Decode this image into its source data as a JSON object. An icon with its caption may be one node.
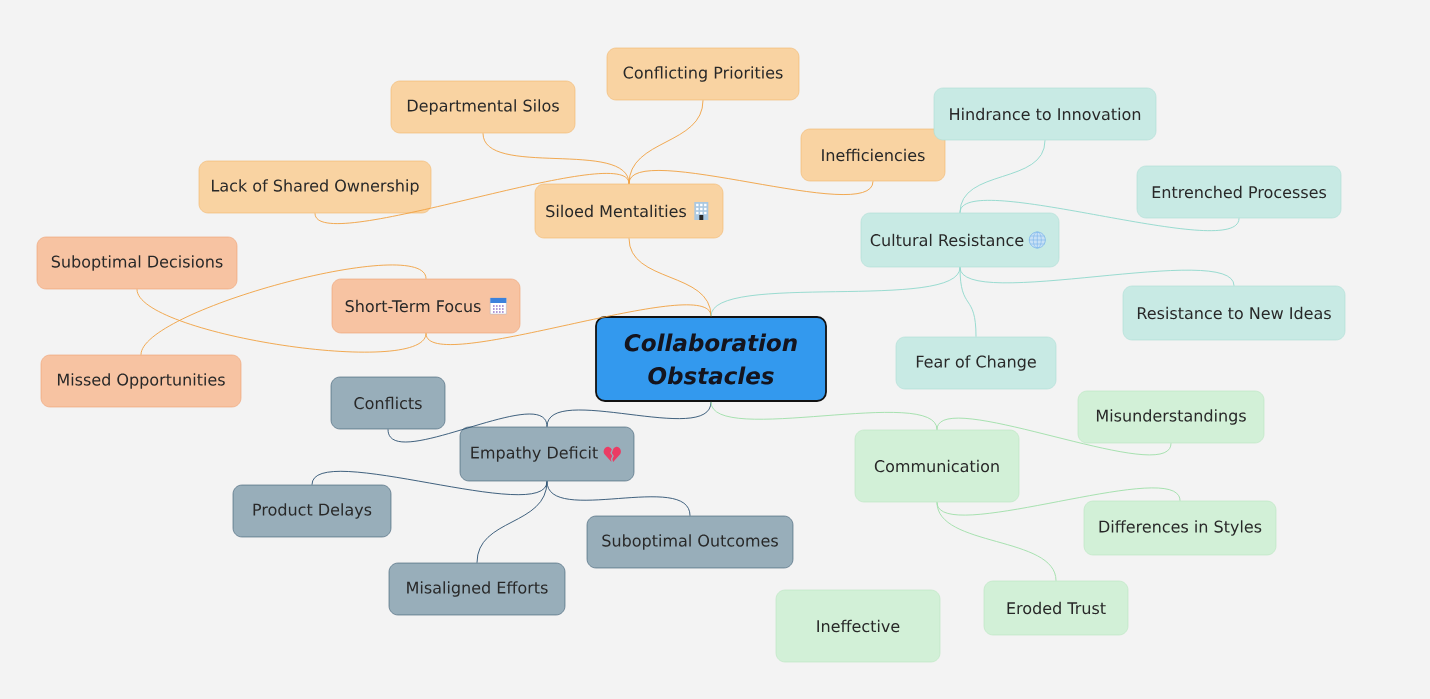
{
  "diagram": {
    "nodes": [
      {
        "text": [
          "Collaboration Obstacles"
        ]
      },
      {
        "text": [
          "Siloed Mentalities"
        ]
      },
      {
        "text": [
          "Departmental Silos"
        ]
      },
      {
        "text": [
          "Conflicting Priorities"
        ]
      },
      {
        "text": [
          "Inefficiencies"
        ]
      },
      {
        "text": [
          "Lack of Shared Ownership"
        ]
      },
      {
        "text": [
          "Short-Term Focus"
        ]
      },
      {
        "text": [
          "Suboptimal Decisions"
        ]
      },
      {
        "text": [
          "Missed Opportunities"
        ]
      },
      {
        "text": [
          "Cultural Resistance"
        ]
      },
      {
        "text": [
          "Hindrance to Innovation"
        ]
      },
      {
        "text": [
          "Entrenched Processes"
        ]
      },
      {
        "text": [
          "Resistance to New Ideas"
        ]
      },
      {
        "text": [
          "Fear of Change"
        ]
      },
      {
        "text": [
          "Empathy Deficit"
        ]
      },
      {
        "text": [
          "Conflicts"
        ]
      },
      {
        "text": [
          "Product Delays"
        ]
      },
      {
        "text": [
          "Misaligned Efforts"
        ]
      },
      {
        "text": [
          "Suboptimal Outcomes"
        ]
      },
      {
        "text": [
          "Communication"
        ]
      },
      {
        "text": [
          "Misunderstandings"
        ]
      },
      {
        "text": [
          "Differences in Styles"
        ]
      },
      {
        "text": [
          "Eroded Trust"
        ]
      },
      {
        "text": [
          "Ineffective"
        ]
      }
    ],
    "edges": [
      {
        "from": 0,
        "to": 1,
        "arrow": "none",
        "color": "#f0a040"
      },
      {
        "from": 0,
        "to": 6,
        "arrow": "none",
        "color": "#f0a040"
      },
      {
        "from": 0,
        "to": 9,
        "arrow": "none",
        "color": "#8fd8cc"
      },
      {
        "from": 0,
        "to": 14,
        "arrow": "none",
        "color": "#2b5070"
      },
      {
        "from": 0,
        "to": 19,
        "arrow": "none",
        "color": "#9edfa8"
      },
      {
        "from": 1,
        "to": 2,
        "arrow": "none",
        "color": "#f0a040"
      },
      {
        "from": 1,
        "to": 3,
        "arrow": "none",
        "color": "#f0a040"
      },
      {
        "from": 1,
        "to": 4,
        "arrow": "none",
        "color": "#f0a040"
      },
      {
        "from": 1,
        "to": 5,
        "arrow": "none",
        "color": "#f0a040"
      },
      {
        "from": 6,
        "to": 7,
        "arrow": "none",
        "color": "#f0a040"
      },
      {
        "from": 6,
        "to": 8,
        "arrow": "none",
        "color": "#f0a040"
      },
      {
        "from": 9,
        "to": 10,
        "arrow": "none",
        "color": "#8fd8cc"
      },
      {
        "from": 9,
        "to": 11,
        "arrow": "none",
        "color": "#8fd8cc"
      },
      {
        "from": 9,
        "to": 12,
        "arrow": "none",
        "color": "#8fd8cc"
      },
      {
        "from": 9,
        "to": 13,
        "arrow": "none",
        "color": "#8fd8cc"
      },
      {
        "from": 14,
        "to": 15,
        "arrow": "none",
        "color": "#2b5070"
      },
      {
        "from": 14,
        "to": 16,
        "arrow": "none",
        "color": "#2b5070"
      },
      {
        "from": 14,
        "to": 17,
        "arrow": "none",
        "color": "#2b5070"
      },
      {
        "from": 14,
        "to": 18,
        "arrow": "none",
        "color": "#2b5070"
      },
      {
        "from": 19,
        "to": 20,
        "arrow": "none",
        "color": "#9edfa8"
      },
      {
        "from": 19,
        "to": 21,
        "arrow": "none",
        "color": "#9edfa8"
      },
      {
        "from": 19,
        "to": 22,
        "arrow": "none",
        "color": "#9edfa8"
      }
    ]
  }
}
